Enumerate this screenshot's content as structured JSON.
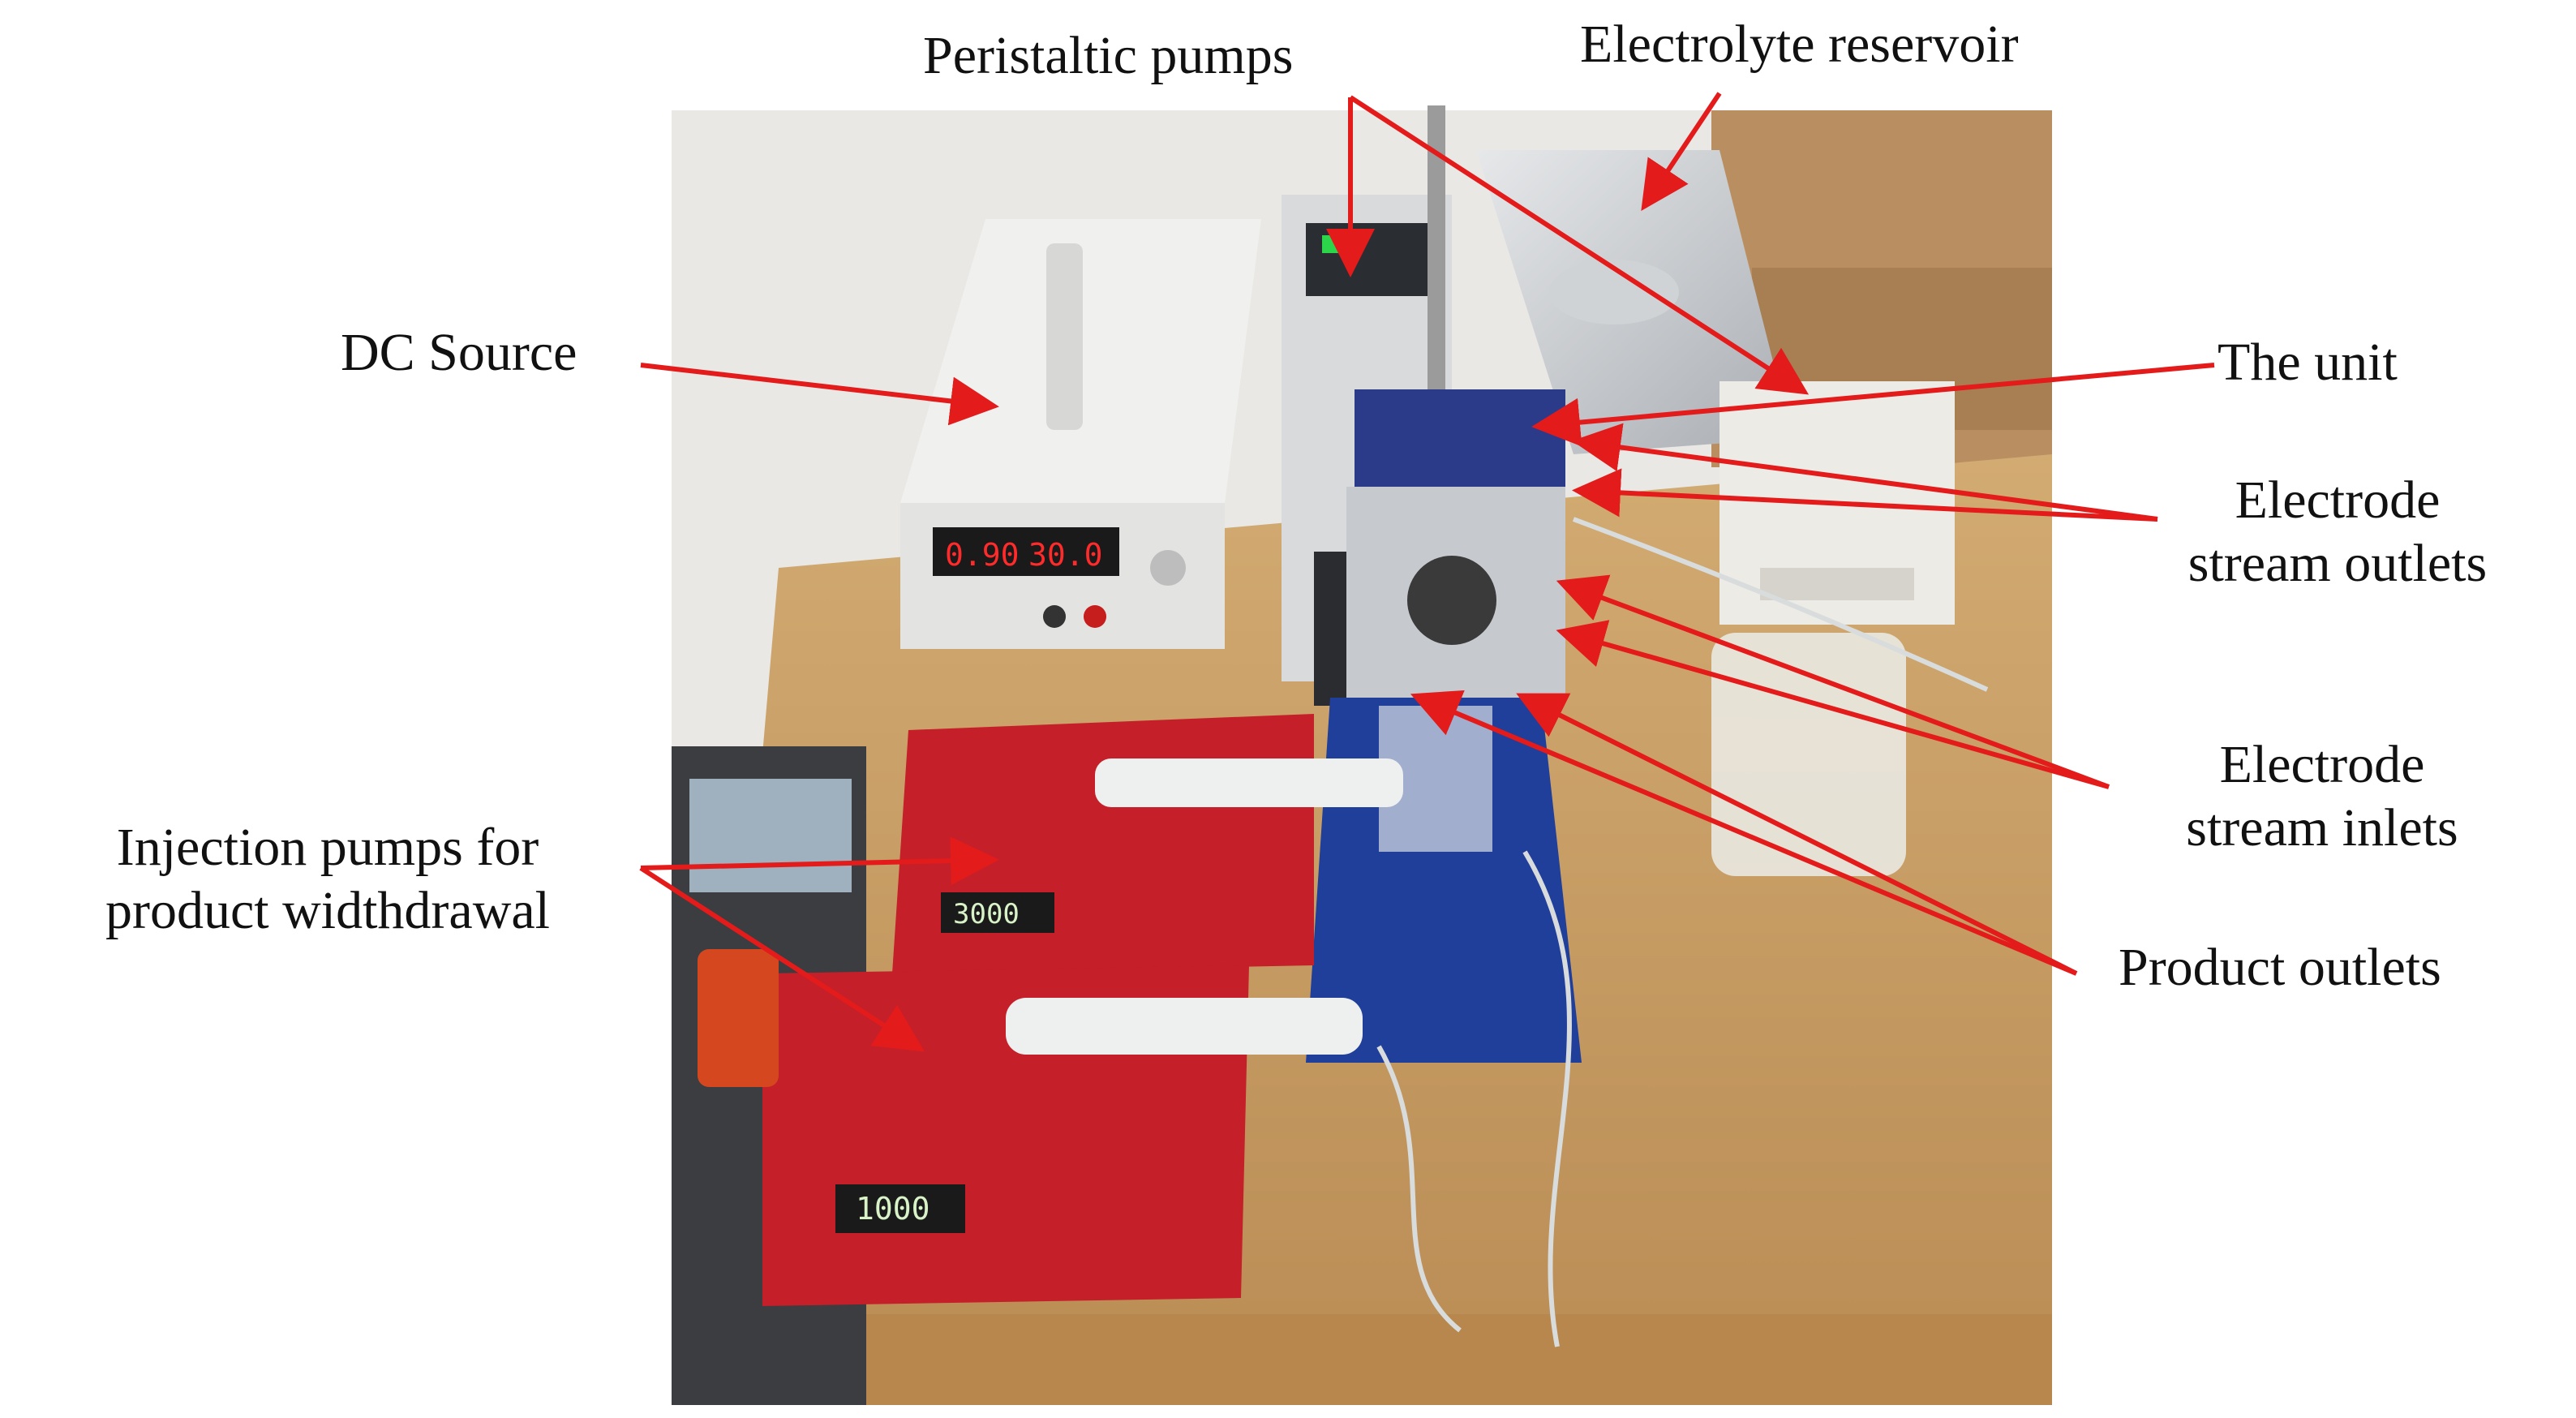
{
  "figure": {
    "labels": {
      "peristaltic_pumps": "Peristaltic pumps",
      "electrolyte_reservoir": "Electrolyte reservoir",
      "dc_source": "DC Source",
      "the_unit": "The unit",
      "electrode_stream_outlets": [
        "Electrode",
        "stream outlets"
      ],
      "electrode_stream_inlets": [
        "Electrode",
        "stream inlets"
      ],
      "product_outlets": "Product outlets",
      "injection_pumps": [
        "Injection pumps for",
        "product widthdrawal"
      ]
    },
    "power_supply_display": {
      "voltage": "0.90",
      "current": "30.0"
    },
    "syringe_pump_displays": [
      "3000",
      "1000"
    ],
    "colors": {
      "arrow": "#e31b1b",
      "wall": "#e9e8e4",
      "bench": "#c49a5f",
      "power_supply": "#e8e8e6",
      "pump_red": "#c51f2a",
      "stand_blue": "#1f3f9a",
      "cardboard": "#b98f61"
    }
  }
}
